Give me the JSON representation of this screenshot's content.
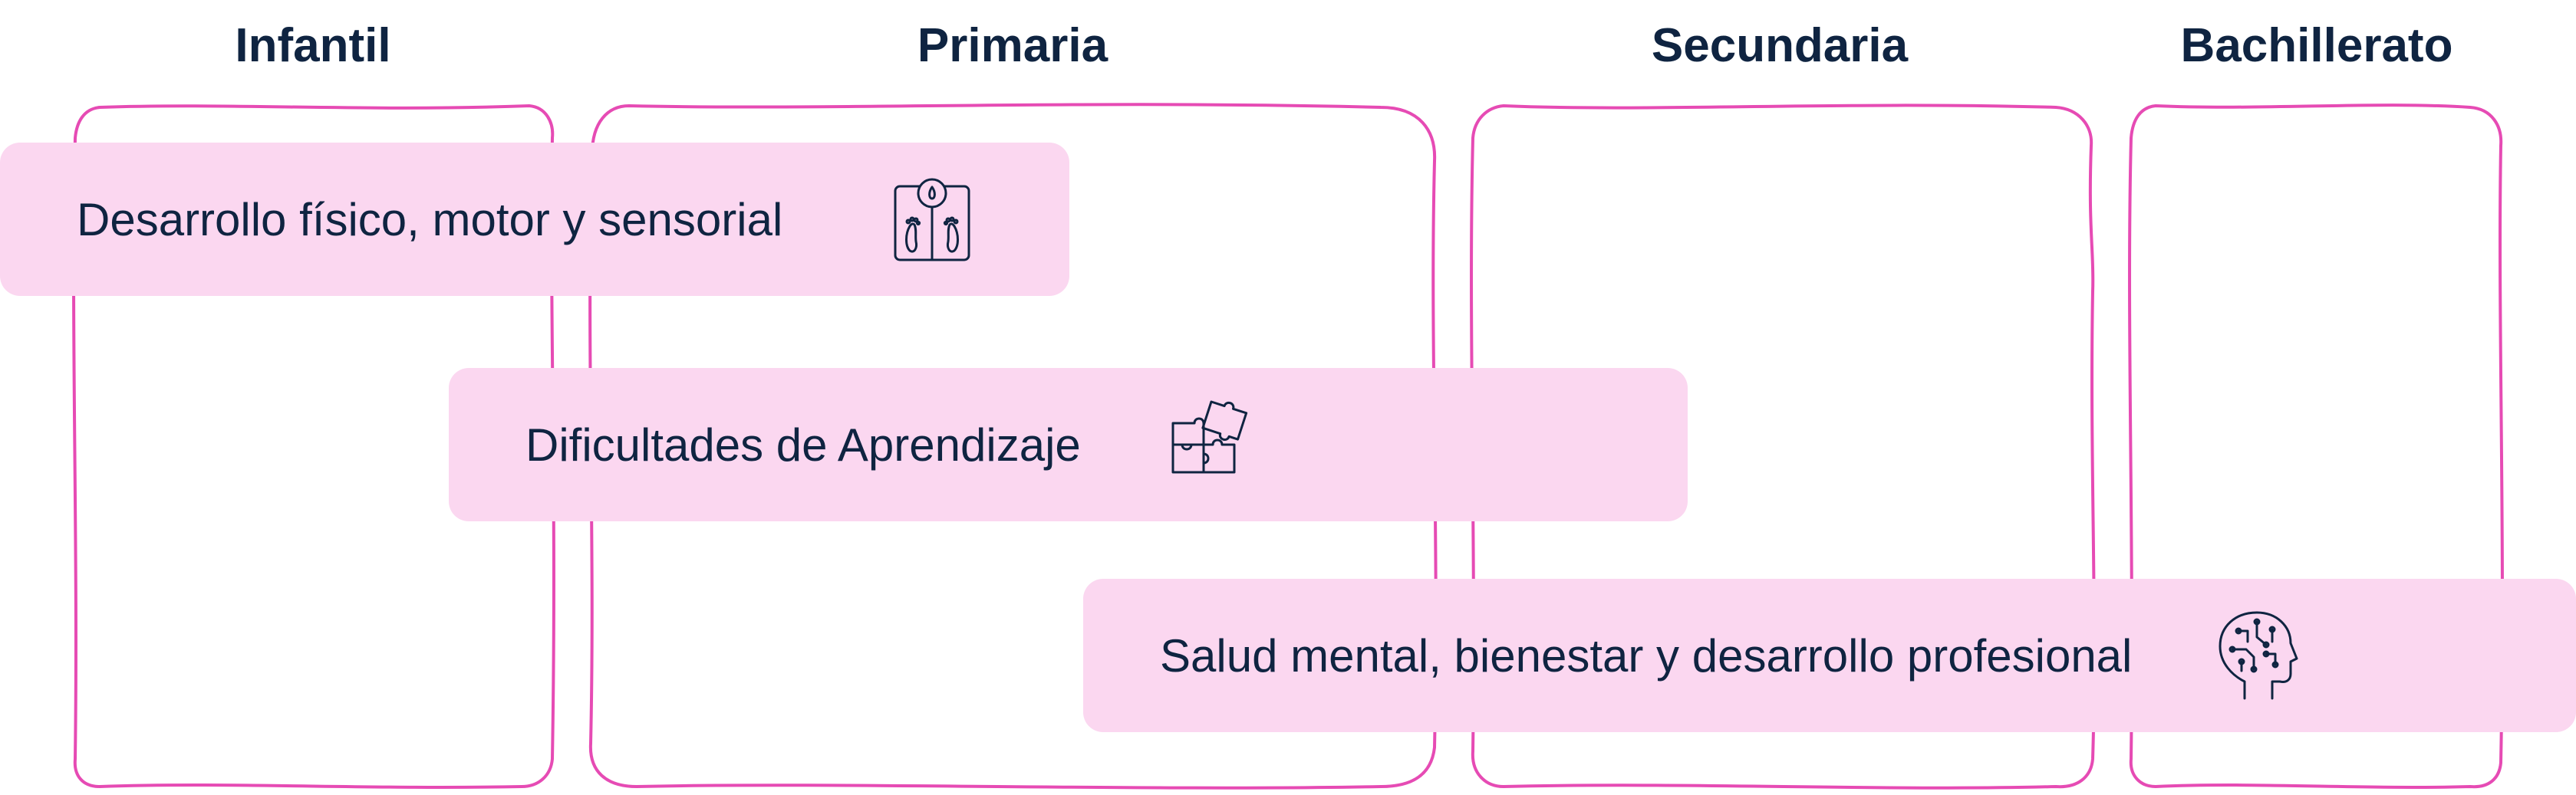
{
  "columns": [
    {
      "title": "Infantil"
    },
    {
      "title": "Primaria"
    },
    {
      "title": "Secundaria"
    },
    {
      "title": "Bachillerato"
    }
  ],
  "bands": [
    {
      "label": "Desarrollo físico, motor y sensorial",
      "icon": "scale-footprints-icon"
    },
    {
      "label": "Dificultades de Aprendizaje",
      "icon": "puzzle-icon"
    },
    {
      "label": "Salud mental, bienestar y desarrollo profesional",
      "icon": "brain-head-icon"
    }
  ],
  "colors": {
    "column_border": "#e64bb4",
    "band_fill": "#fbd7f0",
    "text": "#0f2441"
  }
}
